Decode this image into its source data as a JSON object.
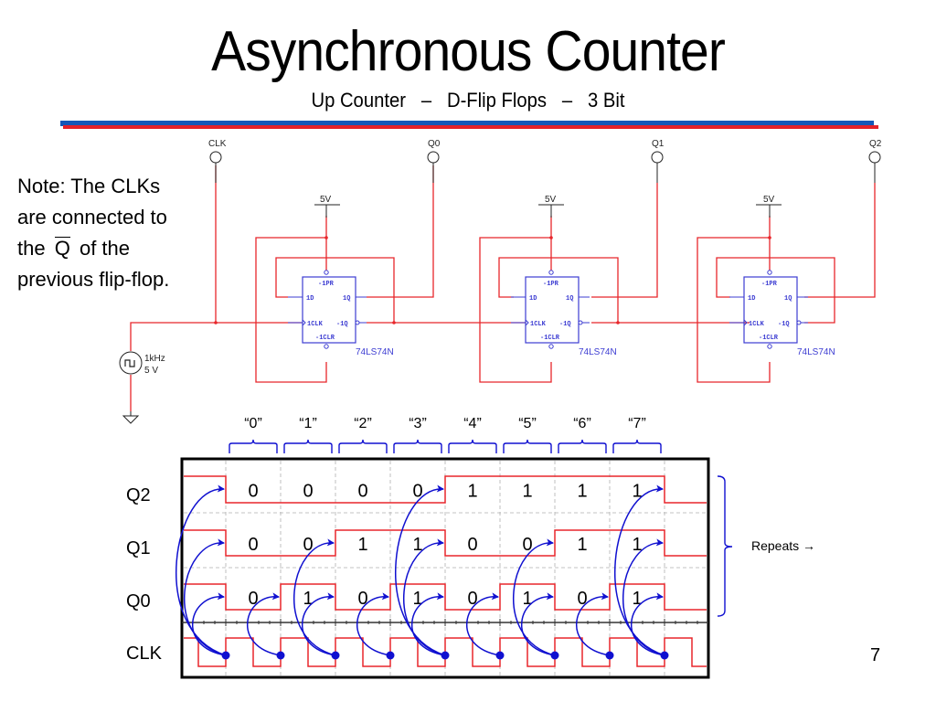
{
  "slide": {
    "title": "Asynchronous Counter",
    "subtitle": "Up Counter   –   D-Flip Flops   –   3 Bit",
    "page_number": "7",
    "rule_colors": {
      "blue": "#1457b8",
      "red": "#e32129"
    }
  },
  "note": {
    "line1": "Note: The CLKs",
    "line2": "are connected to",
    "line3_pre": "the",
    "line3_q": "Q",
    "line3_post": "of the",
    "line4": "previous flip-flop."
  },
  "schematic": {
    "probes": [
      {
        "label": "CLK"
      },
      {
        "label": "Q0"
      },
      {
        "label": "Q1"
      },
      {
        "label": "Q2"
      }
    ],
    "source": {
      "freq": "1kHz",
      "volt": "5 V"
    },
    "flip_flops": [
      {
        "part": "74LS74N",
        "supply": "5V",
        "pins": {
          "pr": "~1PR",
          "d": "1D",
          "q": "1Q",
          "clk": "1CLK",
          "qn": "~1Q",
          "clr": "~1CLR"
        }
      },
      {
        "part": "74LS74N",
        "supply": "5V",
        "pins": {
          "pr": "~1PR",
          "d": "1D",
          "q": "1Q",
          "clk": "1CLK",
          "qn": "~1Q",
          "clr": "~1CLR"
        }
      },
      {
        "part": "74LS74N",
        "supply": "5V",
        "pins": {
          "pr": "~1PR",
          "d": "1D",
          "q": "1Q",
          "clk": "1CLK",
          "qn": "~1Q",
          "clr": "~1CLR"
        }
      }
    ],
    "wire_color": "#e8262b",
    "chip_color": "#3c3cd2"
  },
  "timing": {
    "count_labels": [
      "“0”",
      "“1”",
      "“2”",
      "“3”",
      "“4”",
      "“5”",
      "“6”",
      "“7”"
    ],
    "signals": [
      "Q2",
      "Q1",
      "Q0",
      "CLK"
    ],
    "values": {
      "Q2": [
        "0",
        "0",
        "0",
        "0",
        "1",
        "1",
        "1",
        "1"
      ],
      "Q1": [
        "0",
        "0",
        "1",
        "1",
        "0",
        "0",
        "1",
        "1"
      ],
      "Q0": [
        "0",
        "1",
        "0",
        "1",
        "0",
        "1",
        "0",
        "1"
      ]
    },
    "repeats_label": "Repeats →",
    "colors": {
      "wave": "#e8262b",
      "arrow": "#1010d0",
      "grid": "#b0b0b0"
    }
  }
}
